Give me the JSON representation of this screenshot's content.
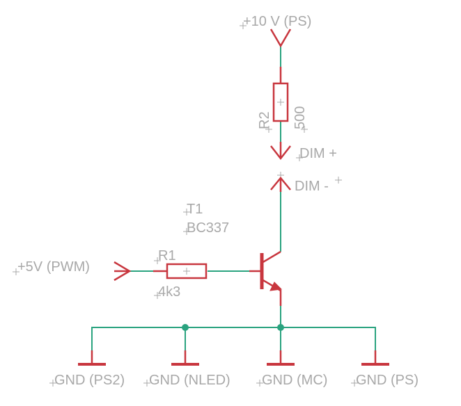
{
  "supply_top": "+10 V (PS)",
  "r2": {
    "name": "R2",
    "value": "500"
  },
  "dim_plus": "DIM +",
  "dim_minus": "DIM -",
  "t1": {
    "name": "T1",
    "part": "BC337"
  },
  "pwm_in": "+5V (PWM)",
  "r1": {
    "name": "R1",
    "value": "4k3"
  },
  "grounds": [
    "GND (PS2)",
    "GND (NLED)",
    "GND (MC)",
    "GND (PS)"
  ],
  "colors": {
    "wire": "#2aa37f",
    "part": "#c8363e",
    "label": "#a8a8a8"
  }
}
